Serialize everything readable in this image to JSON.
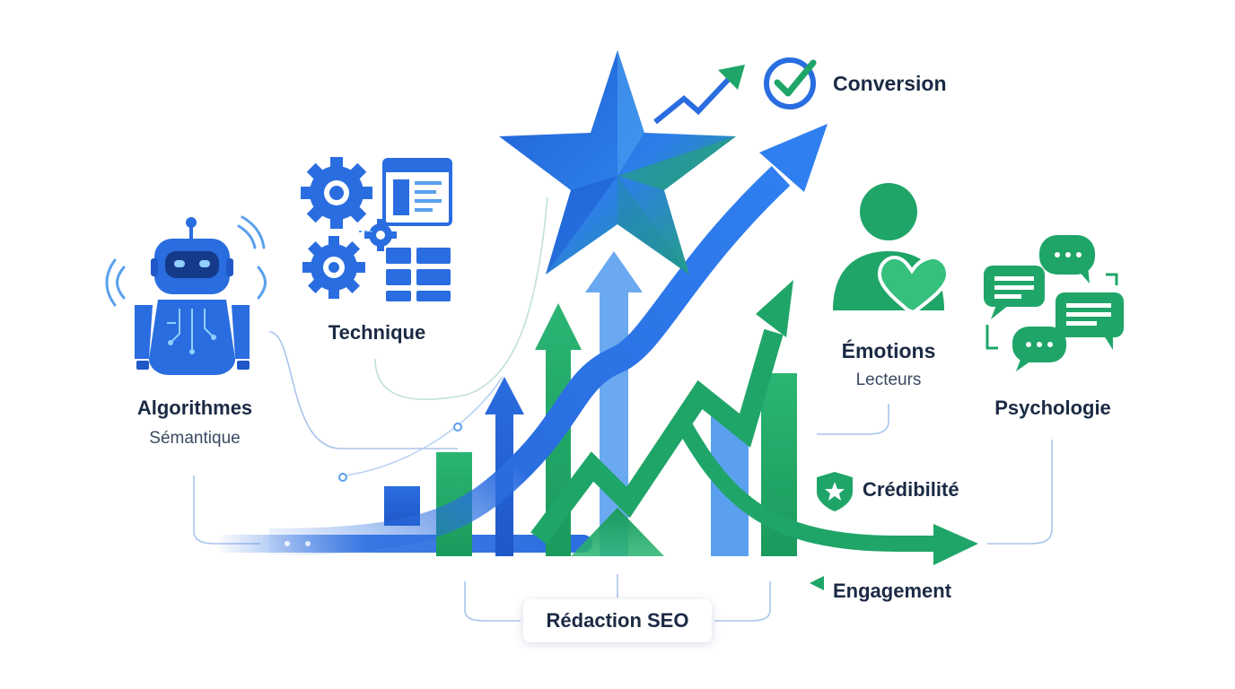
{
  "nodes": {
    "algorithmes": {
      "title": "Algorithmes",
      "subtitle": "Sémantique"
    },
    "technique": {
      "title": "Technique"
    },
    "conversion": {
      "title": "Conversion"
    },
    "emotions": {
      "title": "Émotions",
      "subtitle": "Lecteurs"
    },
    "psychologie": {
      "title": "Psychologie"
    },
    "credibilite": {
      "title": "Crédibilité"
    },
    "engagement": {
      "title": "Engagement"
    },
    "redaction": {
      "title": "Rédaction SEO"
    }
  },
  "colors": {
    "blue": "#2a6de0",
    "blue_light": "#5aa0ee",
    "green": "#1fa568",
    "green_light": "#38c27f",
    "text": "#1b2a44"
  },
  "icons": {
    "robot": "robot-icon",
    "gears": "gears-icon",
    "star": "star-icon",
    "check": "check-circle-icon",
    "person_heart": "person-heart-icon",
    "chat": "chat-bubbles-icon",
    "shield": "shield-star-icon"
  }
}
